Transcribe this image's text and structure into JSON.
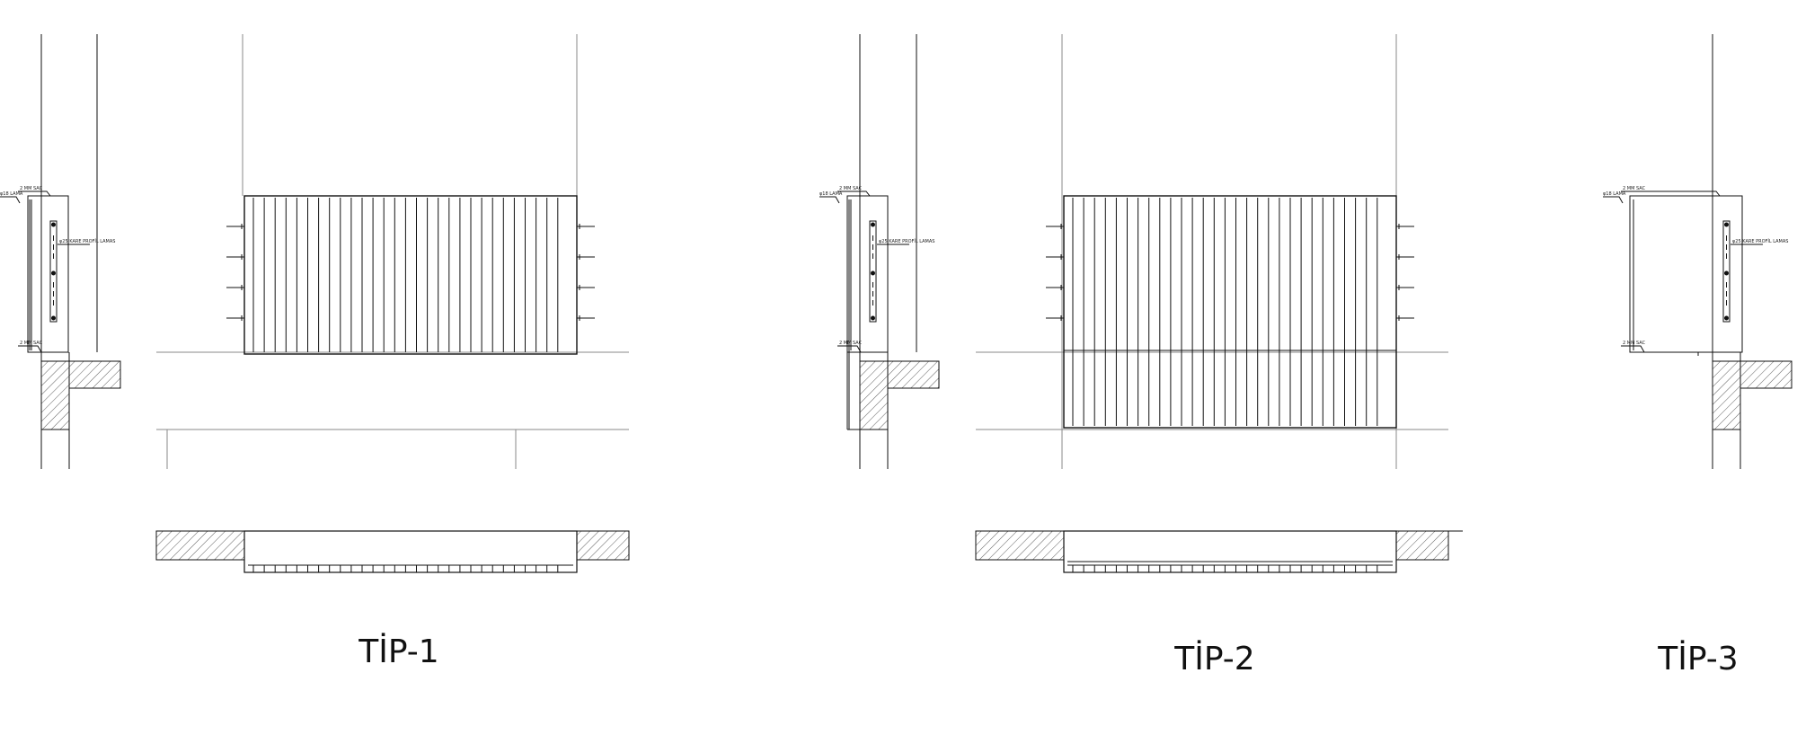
{
  "drawing": {
    "line_color": "#111111",
    "construction_line_color": "#8a8a8a",
    "details": [
      {
        "id": "tip-1",
        "title": "TİP-1",
        "notes": [
          "2 MM SAC",
          "φ18 LAMA",
          "φ25 KARE PROFİL LAMAS",
          "2 MM SAC"
        ]
      },
      {
        "id": "tip-2",
        "title": "TİP-2",
        "notes": [
          "2 MM SAC",
          "φ18 LAMA",
          "φ25 KARE PROFİL LAMAS",
          "2 MM SAC"
        ]
      },
      {
        "id": "tip-3",
        "title": "TİP-3",
        "notes": [
          "2 MM SAC",
          "φ18 LAMA",
          "φ25 KARE PROFİL LAMAS",
          "2 MM SAC"
        ]
      }
    ]
  }
}
